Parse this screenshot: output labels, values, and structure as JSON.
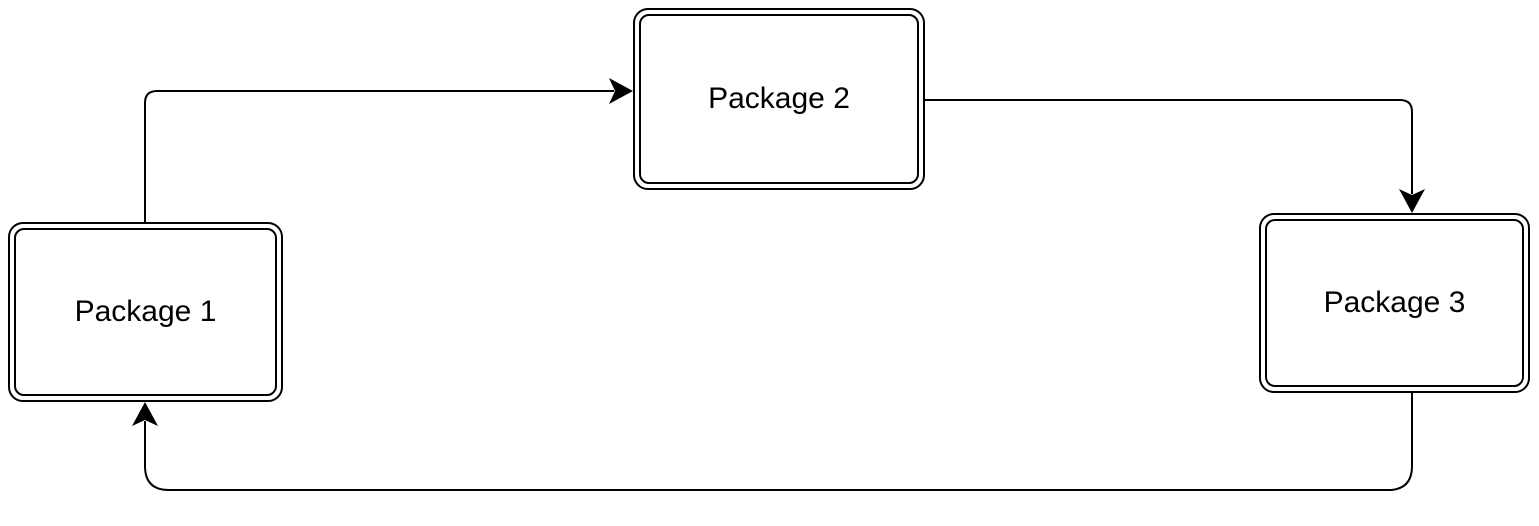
{
  "diagram": {
    "background_color": "#ffffff",
    "stroke_color": "#000000",
    "nodes": [
      {
        "id": "package-1",
        "label": "Package 1",
        "shape": "double-rounded-rect"
      },
      {
        "id": "package-2",
        "label": "Package 2",
        "shape": "double-rounded-rect"
      },
      {
        "id": "package-3",
        "label": "Package 3",
        "shape": "double-rounded-rect"
      }
    ],
    "edges": [
      {
        "from": "Package 1",
        "to": "Package 2",
        "arrow_direction": "right"
      },
      {
        "from": "Package 2",
        "to": "Package 3",
        "arrow_direction": "down"
      },
      {
        "from": "Package 3",
        "to": "Package 1",
        "arrow_direction": "up"
      }
    ]
  }
}
